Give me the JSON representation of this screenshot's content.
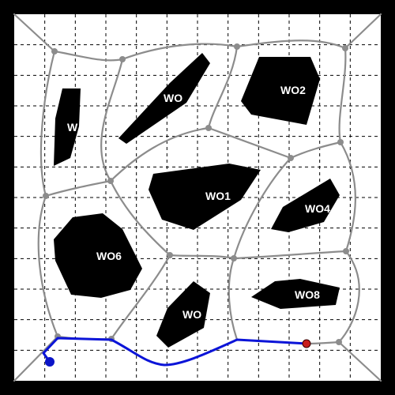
{
  "colors": {
    "background": "#ffffff",
    "frame": "#000000",
    "obstacle": "#000000",
    "grid": "#000000",
    "roadmap": "#8c8c8c",
    "path": "#0b14d8",
    "start": "#0b14c8",
    "goal": "#c81e1e"
  },
  "obstacles": [
    {
      "id": "W",
      "label": "W"
    },
    {
      "id": "WO1-top",
      "label": "WO"
    },
    {
      "id": "WO2",
      "label": "WO2"
    },
    {
      "id": "WO1",
      "label": "WO1"
    },
    {
      "id": "WO4",
      "label": "WO4"
    },
    {
      "id": "WO6",
      "label": "WO6"
    },
    {
      "id": "WO-bottom",
      "label": "WO"
    },
    {
      "id": "WO8",
      "label": "WO8"
    }
  ]
}
